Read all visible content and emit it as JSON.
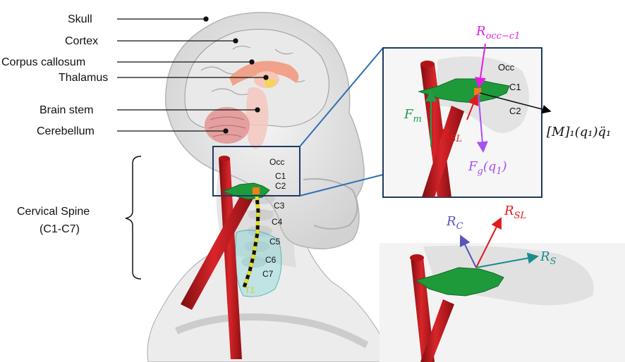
{
  "anatomy_labels": {
    "skull": "Skull",
    "cortex": "Cortex",
    "corpus_callosum": "Corpus callosum",
    "thalamus": "Thalamus",
    "brain_stem": "Brain stem",
    "cerebellum": "Cerebellum"
  },
  "spine_group": {
    "line1": "Cervical Spine",
    "line2": "(C1-C7)"
  },
  "vertebrae": [
    "Occ",
    "C1",
    "C2",
    "C3",
    "C4",
    "C5",
    "C6",
    "C7",
    "T1"
  ],
  "inset_top": {
    "vertebrae": [
      "Occ",
      "C1",
      "C2"
    ],
    "force_occ": "R",
    "force_occ_sub": "occ−c1",
    "force_m": "F",
    "force_m_sub": "m",
    "force_sl": "R",
    "force_sl_sub": "SL",
    "force_g": "F",
    "force_g_sub": "g",
    "force_g_arg": "(q",
    "force_g_arg_sub": "1",
    "force_g_arg_end": ")",
    "mass_term": "[M]₁(q₁)q̈₁"
  },
  "inset_bottom": {
    "force_c": "R",
    "force_c_sub": "C",
    "force_sl": "R",
    "force_sl_sub": "SL",
    "force_s": "R",
    "force_s_sub": "S"
  },
  "colors": {
    "frame": "#1f3a5f",
    "zoom_line": "#2f6db5",
    "bar_red": "#c8191c",
    "vertebra_green": "#1f9a3a",
    "marker_orange": "#f07f1a",
    "force_magenta": "#e21fe0",
    "force_green": "#1e9e4a",
    "force_red": "#e01b1b",
    "force_violet": "#a84ff0",
    "force_blue": "#5a55b8",
    "force_teal": "#1b8c8c",
    "spine_yellow": "#e5e21a"
  }
}
